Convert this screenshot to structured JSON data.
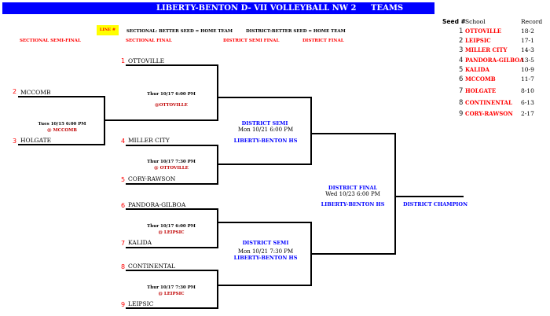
{
  "header": {
    "title": "LIBERTY-BENTON  D- VII  VOLLEYBALL NW 2",
    "teams_label": "TEAMS",
    "bar_color": "#0000ff"
  },
  "notes": {
    "line_label": "LINE #",
    "sectional_rule": "SECTIONAL: BETTER SEED =  HOME TEAM",
    "district_rule": "DISTRICT:BETTER SEED = HOME TEAM"
  },
  "rounds": [
    "SECTIONAL SEMI-FINAL",
    "SECTIONAL FINAL",
    "DISTRICT SEMI FINAL",
    "DISTRICT FINAL"
  ],
  "bracket": {
    "semi": {
      "top": {
        "seed": "2",
        "team": "MCCOMB"
      },
      "bottom": {
        "seed": "3",
        "team": "HOLGATE"
      },
      "time": "Tues 10/15  6:00 PM",
      "location": "@ MCCOMB"
    },
    "finals": [
      {
        "top": {
          "seed": "1",
          "team": "OTTOVILLE"
        },
        "time": "Thur 10/17  6:00 PM",
        "location": "@OTTOVILLE"
      },
      {
        "top": {
          "seed": "4",
          "team": "MILLER CITY"
        },
        "bottom": {
          "seed": "5",
          "team": "CORY-RAWSON"
        },
        "time": "Thur 10/17  7:30 PM",
        "location": "@ OTTOVILLE"
      },
      {
        "top": {
          "seed": "6",
          "team": "PANDORA-GILBOA"
        },
        "bottom": {
          "seed": "7",
          "team": "KALIDA"
        },
        "time": "Thur 10/17  6:00 PM",
        "location": "@ LEIPSIC"
      },
      {
        "top": {
          "seed": "8",
          "team": "CONTINENTAL"
        },
        "bottom": {
          "seed": "9",
          "team": "LEIPSIC"
        },
        "time": "Thur 10/17  7:30 PM",
        "location": "@ LEIPSIC"
      }
    ],
    "district_semis": [
      {
        "title": "DISTRICT SEMI",
        "time": "Mon 10/21 6:00 PM",
        "location": "LIBERTY-BENTON HS"
      },
      {
        "title": "DISTRICT SEMI",
        "time": "Mon 10/21 7:30 PM",
        "location": "LIBERTY-BENTON HS"
      }
    ],
    "district_final": {
      "title": "DISTRICT FINAL",
      "time": "Wed 10/23 6:00 PM",
      "location": "LIBERTY-BENTON HS"
    },
    "champion": "DISTRICT CHAMPION"
  },
  "teams_table": {
    "headers": [
      "Seed #",
      "School",
      "Record"
    ],
    "rows": [
      {
        "seed": "1",
        "school": "OTTOVILLE",
        "record": "18-2"
      },
      {
        "seed": "2",
        "school": "LEIPSIC",
        "record": "17-1"
      },
      {
        "seed": "3",
        "school": "MILLER CITY",
        "record": "14-3"
      },
      {
        "seed": "4",
        "school": "PANDORA-GILBOA",
        "record": "13-5"
      },
      {
        "seed": "5",
        "school": "KALIDA",
        "record": "10-9"
      },
      {
        "seed": "6",
        "school": "MCCOMB",
        "record": "11-7"
      },
      {
        "seed": "7",
        "school": "HOLGATE",
        "record": "8-10"
      },
      {
        "seed": "8",
        "school": "CONTINENTAL",
        "record": "6-13"
      },
      {
        "seed": "9",
        "school": "CORY-RAWSON",
        "record": "2-17"
      }
    ]
  }
}
